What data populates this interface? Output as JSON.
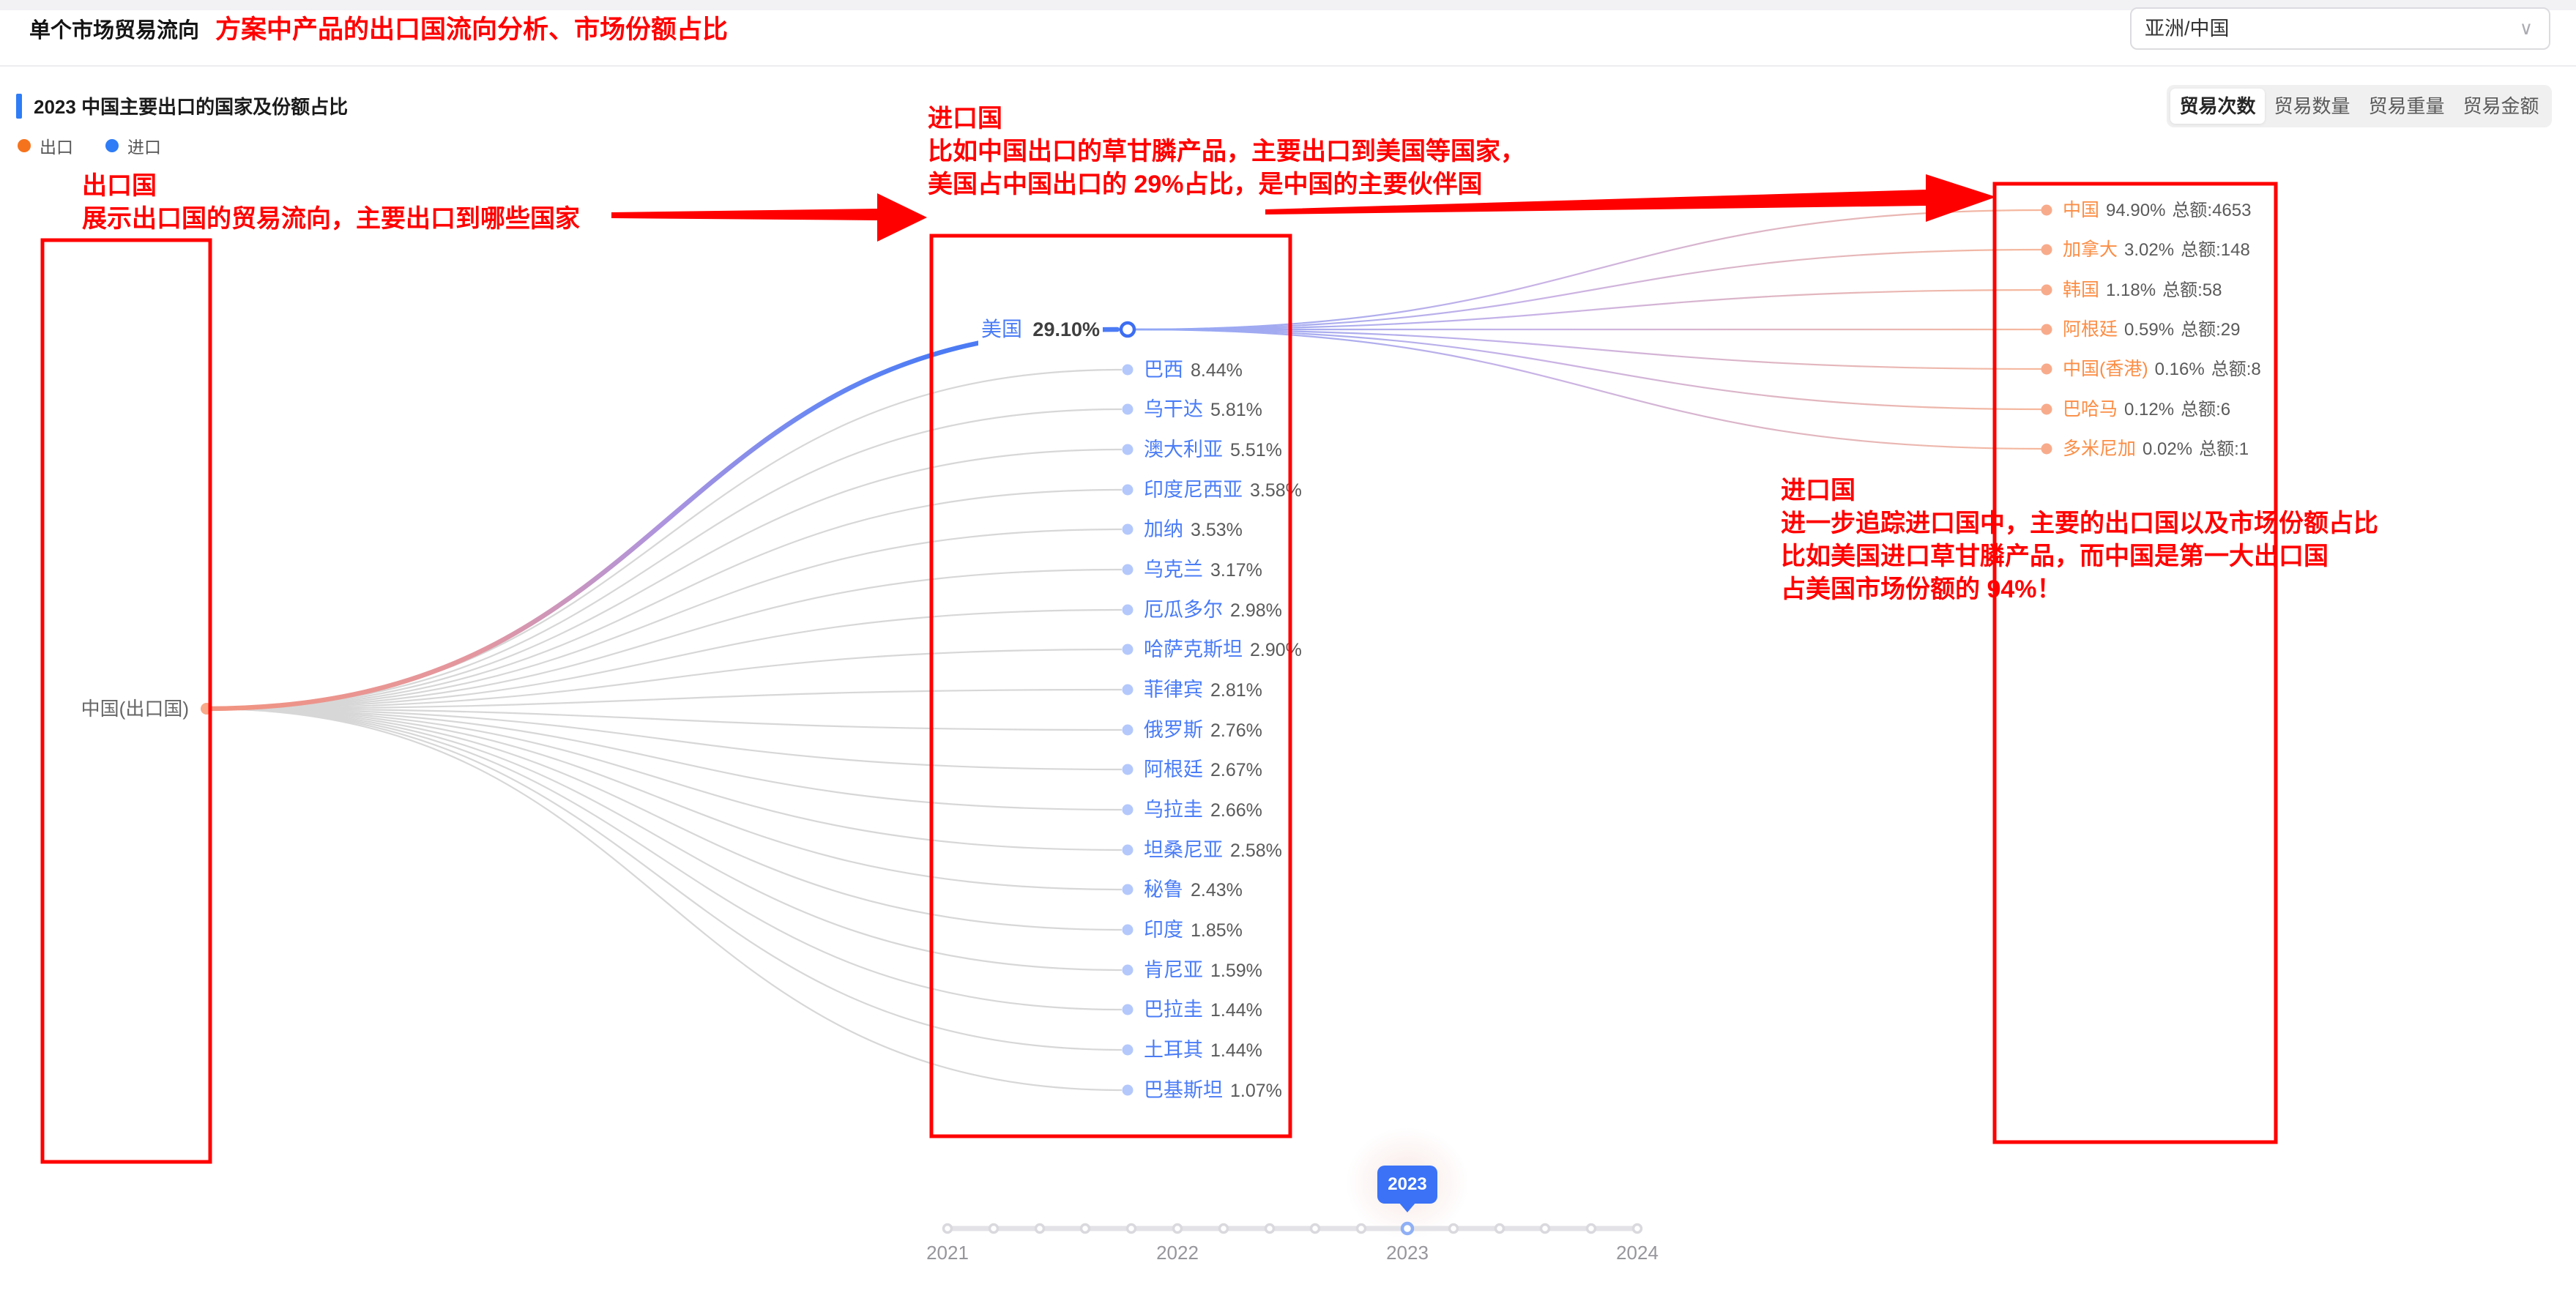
{
  "colors": {
    "annotation_red": "#FF0000",
    "accent_blue": "#2E7CF6",
    "export_orange": "#F6731D",
    "flow_blue": "#4C7BF4",
    "mid_node_fill": "#B4C8FB",
    "right_node_fill": "#F8AB8B",
    "right_label_orange": "#FB8D45",
    "timeline_selected": "#8FB0F5",
    "tooltip_bg": "#3B72F6"
  },
  "header": {
    "title": "单个市场贸易流向",
    "note": "方案中产品的出口国流向分析、市场份额占比",
    "region_value": "亚洲/中国"
  },
  "section": {
    "title": "2023 中国主要出口的国家及份额占比",
    "legend": [
      {
        "label": "出口"
      },
      {
        "label": "进口"
      }
    ],
    "tabs": [
      "贸易次数",
      "贸易数量",
      "贸易重量",
      "贸易金额"
    ],
    "active_tab": "贸易次数"
  },
  "chart_data": {
    "type": "flow",
    "year": "2023",
    "title": "2023 中国主要出口的国家及份额占比",
    "source_node": {
      "label": "中国(出口国)"
    },
    "selected_importer": "美国",
    "importers": [
      {
        "name": "美国",
        "pct": "29.10%"
      },
      {
        "name": "巴西",
        "pct": "8.44%"
      },
      {
        "name": "乌干达",
        "pct": "5.81%"
      },
      {
        "name": "澳大利亚",
        "pct": "5.51%"
      },
      {
        "name": "印度尼西亚",
        "pct": "3.58%"
      },
      {
        "name": "加纳",
        "pct": "3.53%"
      },
      {
        "name": "乌克兰",
        "pct": "3.17%"
      },
      {
        "name": "厄瓜多尔",
        "pct": "2.98%"
      },
      {
        "name": "哈萨克斯坦",
        "pct": "2.90%"
      },
      {
        "name": "菲律宾",
        "pct": "2.81%"
      },
      {
        "name": "俄罗斯",
        "pct": "2.76%"
      },
      {
        "name": "阿根廷",
        "pct": "2.67%"
      },
      {
        "name": "乌拉圭",
        "pct": "2.66%"
      },
      {
        "name": "坦桑尼亚",
        "pct": "2.58%"
      },
      {
        "name": "秘鲁",
        "pct": "2.43%"
      },
      {
        "name": "印度",
        "pct": "1.85%"
      },
      {
        "name": "肯尼亚",
        "pct": "1.59%"
      },
      {
        "name": "巴拉圭",
        "pct": "1.44%"
      },
      {
        "name": "土耳其",
        "pct": "1.44%"
      },
      {
        "name": "巴基斯坦",
        "pct": "1.07%"
      }
    ],
    "selected_importer_suppliers": [
      {
        "name": "中国",
        "pct": "94.90%",
        "total": "总额:4653"
      },
      {
        "name": "加拿大",
        "pct": "3.02%",
        "total": "总额:148"
      },
      {
        "name": "韩国",
        "pct": "1.18%",
        "total": "总额:58"
      },
      {
        "name": "阿根廷",
        "pct": "0.59%",
        "total": "总额:29"
      },
      {
        "name": "中国(香港)",
        "pct": "0.16%",
        "total": "总额:8"
      },
      {
        "name": "巴哈马",
        "pct": "0.12%",
        "total": "总额:6"
      },
      {
        "name": "多米尼加",
        "pct": "0.02%",
        "total": "总额:1"
      }
    ]
  },
  "timeline": {
    "years": [
      "2021",
      "2022",
      "2023",
      "2024"
    ],
    "selected_year": "2023"
  },
  "annotations": {
    "left": {
      "l1": "出口国",
      "l2": "展示出口国的贸易流向，主要出口到哪些国家"
    },
    "mid": {
      "l1": "进口国",
      "l2": "比如中国出口的草甘膦产品，主要出口到美国等国家，",
      "l3": "美国占中国出口的 29%占比，是中国的主要伙伴国"
    },
    "right": {
      "l1": "进口国",
      "l2": "进一步追踪进口国中，主要的出口国以及市场份额占比",
      "l3": "比如美国进口草甘膦产品，而中国是第一大出口国",
      "l4": "占美国市场份额的 94%！"
    }
  }
}
